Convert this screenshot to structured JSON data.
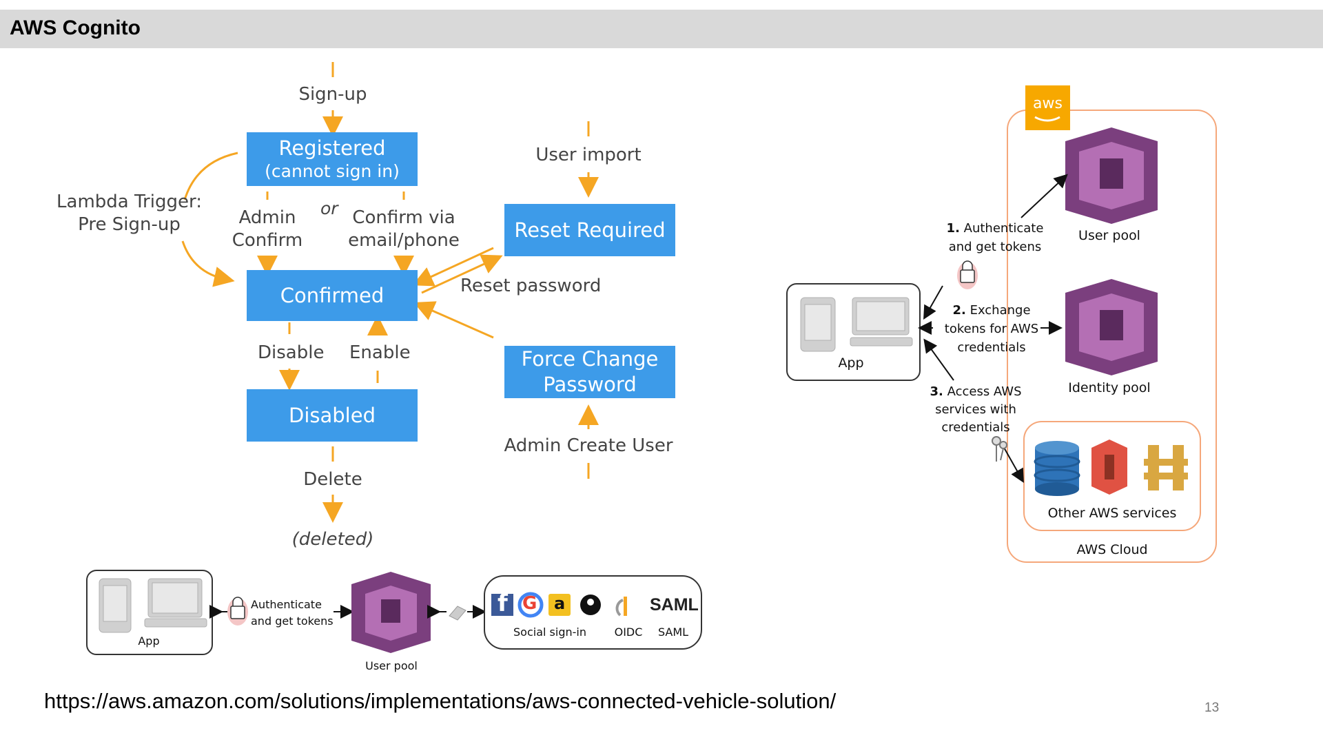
{
  "header": {
    "title": "AWS Cognito"
  },
  "lifecycle": {
    "signup": "Sign-up",
    "registered_line1": "Registered",
    "registered_line2": "(cannot sign in)",
    "lambda_trigger_line1": "Lambda Trigger:",
    "lambda_trigger_line2": "Pre Sign-up",
    "admin_confirm_line1": "Admin",
    "admin_confirm_line2": "Confirm",
    "or": "or",
    "confirm_via_line1": "Confirm via",
    "confirm_via_line2": "email/phone",
    "confirmed": "Confirmed",
    "disable": "Disable",
    "enable": "Enable",
    "disabled": "Disabled",
    "delete": "Delete",
    "deleted": "(deleted)",
    "user_import": "User import",
    "reset_required": "Reset Required",
    "reset_password": "Reset password",
    "force_change_line1": "Force Change",
    "force_change_line2": "Password",
    "admin_create_user": "Admin Create User"
  },
  "federation": {
    "app": "App",
    "authenticate_line1": "Authenticate",
    "authenticate_line2": "and get tokens",
    "user_pool": "User pool",
    "social_signin": "Social sign-in",
    "oidc": "OIDC",
    "saml": "SAML",
    "saml_logo": "SAML",
    "amazon_logo": "a",
    "google_logo": "G",
    "facebook_logo": "f"
  },
  "identity": {
    "aws_logo": "aws",
    "app": "App",
    "step1_num": "1.",
    "step1_line1": "Authenticate",
    "step1_line2": "and get tokens",
    "step2_num": "2.",
    "step2_line1": "Exchange",
    "step2_line2": "tokens for AWS",
    "step2_line3": "credentials",
    "step3_num": "3.",
    "step3_line1": "Access AWS",
    "step3_line2": "services with",
    "step3_line3": "credentials",
    "user_pool": "User pool",
    "identity_pool": "Identity pool",
    "other_services": "Other AWS services",
    "aws_cloud": "AWS Cloud"
  },
  "footer": {
    "url": "https://aws.amazon.com/solutions/implementations/aws-connected-vehicle-solution/",
    "page_number": "13"
  },
  "colors": {
    "box_blue": "#3d9be9",
    "arrow_orange": "#f5a623",
    "cognito_purple": "#8c4f8e",
    "aws_orange": "#f7a800",
    "cloud_border": "#f5a77a"
  }
}
